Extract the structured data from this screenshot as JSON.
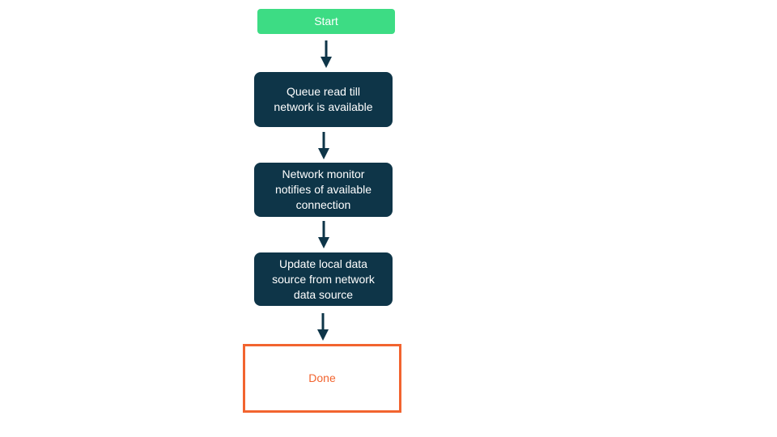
{
  "diagram": {
    "type": "flowchart",
    "direction": "top-down",
    "colors": {
      "start_fill": "#3ddc84",
      "process_fill": "#0e3548",
      "process_text": "#ffffff",
      "done_border": "#f2642f",
      "done_text": "#f2642f",
      "arrow": "#0e3548",
      "background": "#ffffff"
    },
    "nodes": [
      {
        "id": "start",
        "type": "start",
        "label": "Start"
      },
      {
        "id": "queue",
        "type": "process",
        "label": "Queue read till\nnetwork is available"
      },
      {
        "id": "monitor",
        "type": "process",
        "label": "Network monitor\nnotifies of available\nconnection"
      },
      {
        "id": "update",
        "type": "process",
        "label": "Update local data\nsource from network\ndata source"
      },
      {
        "id": "done",
        "type": "end",
        "label": "Done"
      }
    ],
    "edges": [
      {
        "from": "start",
        "to": "queue"
      },
      {
        "from": "queue",
        "to": "monitor"
      },
      {
        "from": "monitor",
        "to": "update"
      },
      {
        "from": "update",
        "to": "done"
      }
    ]
  }
}
